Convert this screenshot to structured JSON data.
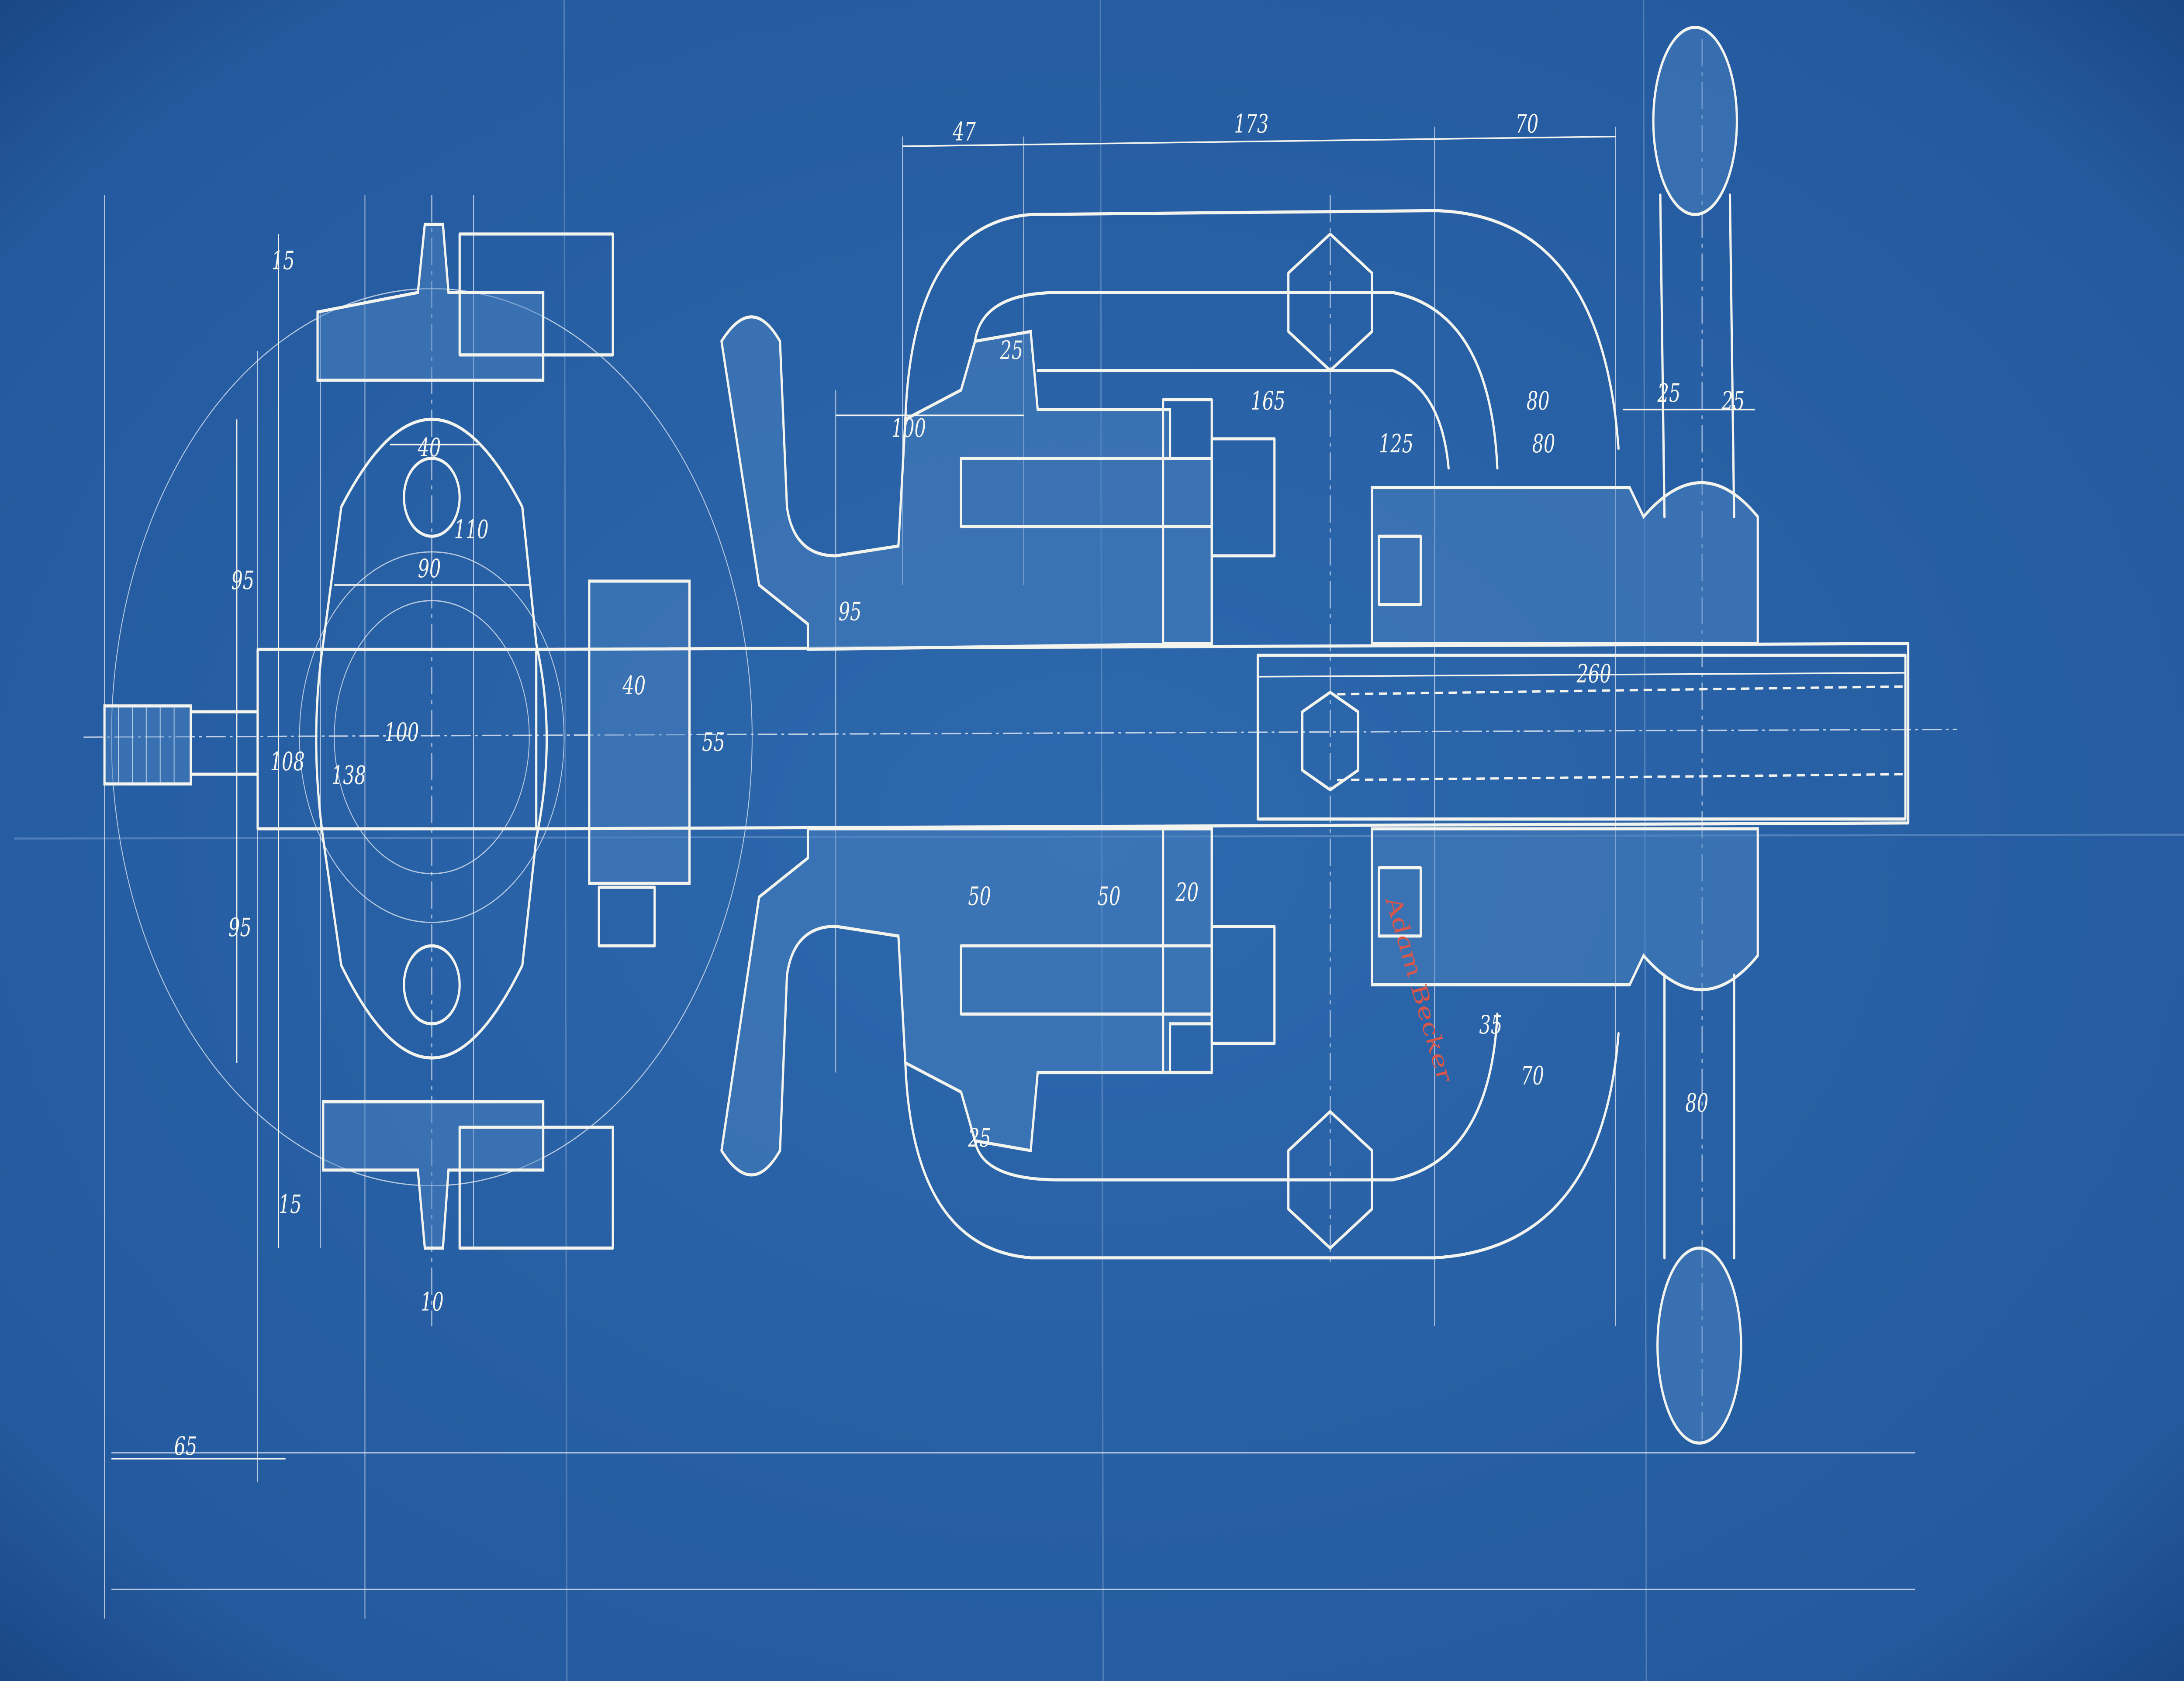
{
  "drawing": {
    "title": "Blueprint of clamp / press mechanism with handwheel",
    "colors": {
      "paper": "#2a63a8",
      "line": "#f4f4ee",
      "signature": "#d9564a"
    }
  },
  "dims": {
    "d47": "47",
    "d173": "173",
    "d70": "70",
    "d100": "100",
    "d165": "165",
    "d125": "125",
    "d80a": "80",
    "d80b": "80",
    "d25a": "25",
    "d25b": "25",
    "d260": "260",
    "d40a": "40",
    "d110": "110",
    "d90": "90",
    "d95a": "95",
    "d95b": "95",
    "d108": "108",
    "d138": "138",
    "d100b": "100",
    "d40b": "40",
    "d65": "65",
    "d10": "10",
    "d15a": "15",
    "d15b": "15",
    "d25c": "25",
    "d50a": "50",
    "d50b": "50",
    "d20": "20",
    "d80c": "80",
    "d25d": "25",
    "d70b": "70",
    "d35": "35",
    "d95c": "95",
    "d55": "55"
  },
  "signature": "Adam Becker"
}
